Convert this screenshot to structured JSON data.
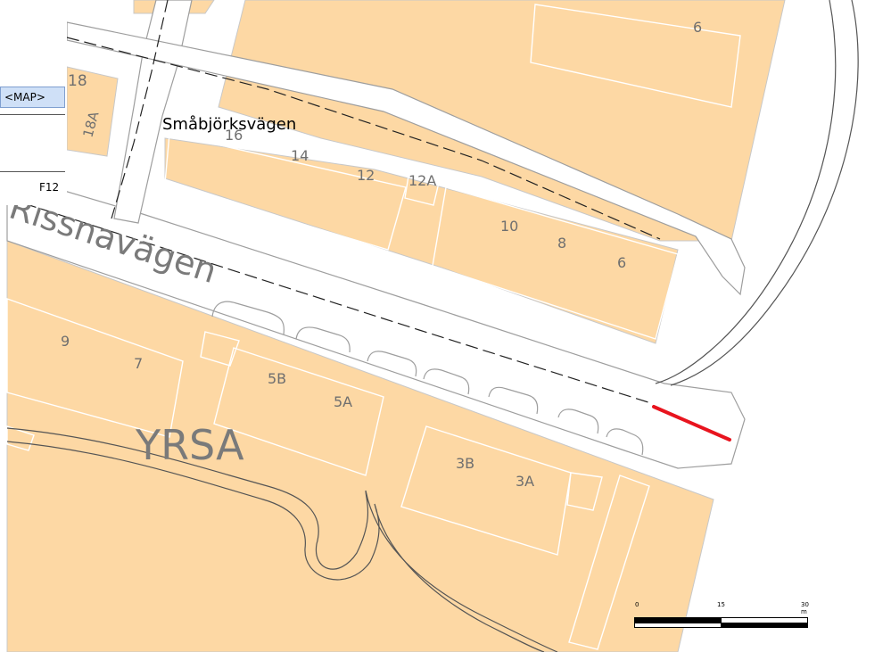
{
  "panel": {
    "selected_item": "<MAP>",
    "shortcut_key": "F12"
  },
  "streets": {
    "main": "Rissnavägen",
    "side": "Småbjörksvägen"
  },
  "district": "YRSA",
  "house_numbers": {
    "n18": "18",
    "n18a": "18A",
    "n16": "16",
    "n14": "14",
    "n12": "12",
    "n12a": "12A",
    "n10": "10",
    "n8": "8",
    "n6": "6",
    "n6top": "6",
    "n9": "9",
    "n7": "7",
    "n5b": "5B",
    "n5a": "5A",
    "n3b": "3B",
    "n3a": "3A"
  },
  "scale_bar": {
    "tick_0": "0",
    "tick_mid": "15",
    "tick_end": "30 m"
  },
  "colors": {
    "land": "#fdd8a4",
    "road": "#ffffff",
    "outline": "#9e9e9e",
    "highlight": "#e8141e",
    "label": "#6f6f6f"
  }
}
